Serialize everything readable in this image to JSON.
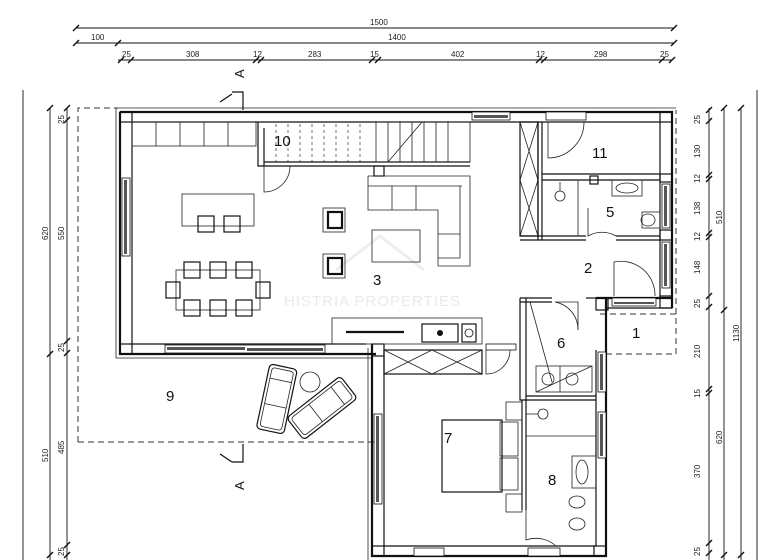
{
  "drawing": {
    "type": "architectural floor plan",
    "watermark": "HISTRIA PROPERTIES",
    "section_marker": "A"
  },
  "rooms": [
    {
      "id": "1",
      "label": "1"
    },
    {
      "id": "2",
      "label": "2"
    },
    {
      "id": "3",
      "label": "3"
    },
    {
      "id": "5",
      "label": "5"
    },
    {
      "id": "6",
      "label": "6"
    },
    {
      "id": "7",
      "label": "7"
    },
    {
      "id": "8",
      "label": "8"
    },
    {
      "id": "9",
      "label": "9"
    },
    {
      "id": "10",
      "label": "10"
    },
    {
      "id": "11",
      "label": "11"
    }
  ],
  "dimensions": {
    "top": {
      "overall": "1500",
      "row2": [
        "100",
        "1400"
      ],
      "row3": [
        "25",
        "308",
        "12",
        "283",
        "15",
        "402",
        "12",
        "298",
        "25"
      ]
    },
    "left": {
      "outer": [
        "620",
        "510"
      ],
      "inner": [
        "25",
        "550",
        "25",
        "25",
        "485",
        "25"
      ]
    },
    "right": {
      "segments": [
        "25",
        "130",
        "12",
        "138",
        "12",
        "148",
        "25",
        "210",
        "15",
        "370",
        "25"
      ],
      "mid": [
        "510",
        "620"
      ],
      "overall": "1130"
    }
  }
}
